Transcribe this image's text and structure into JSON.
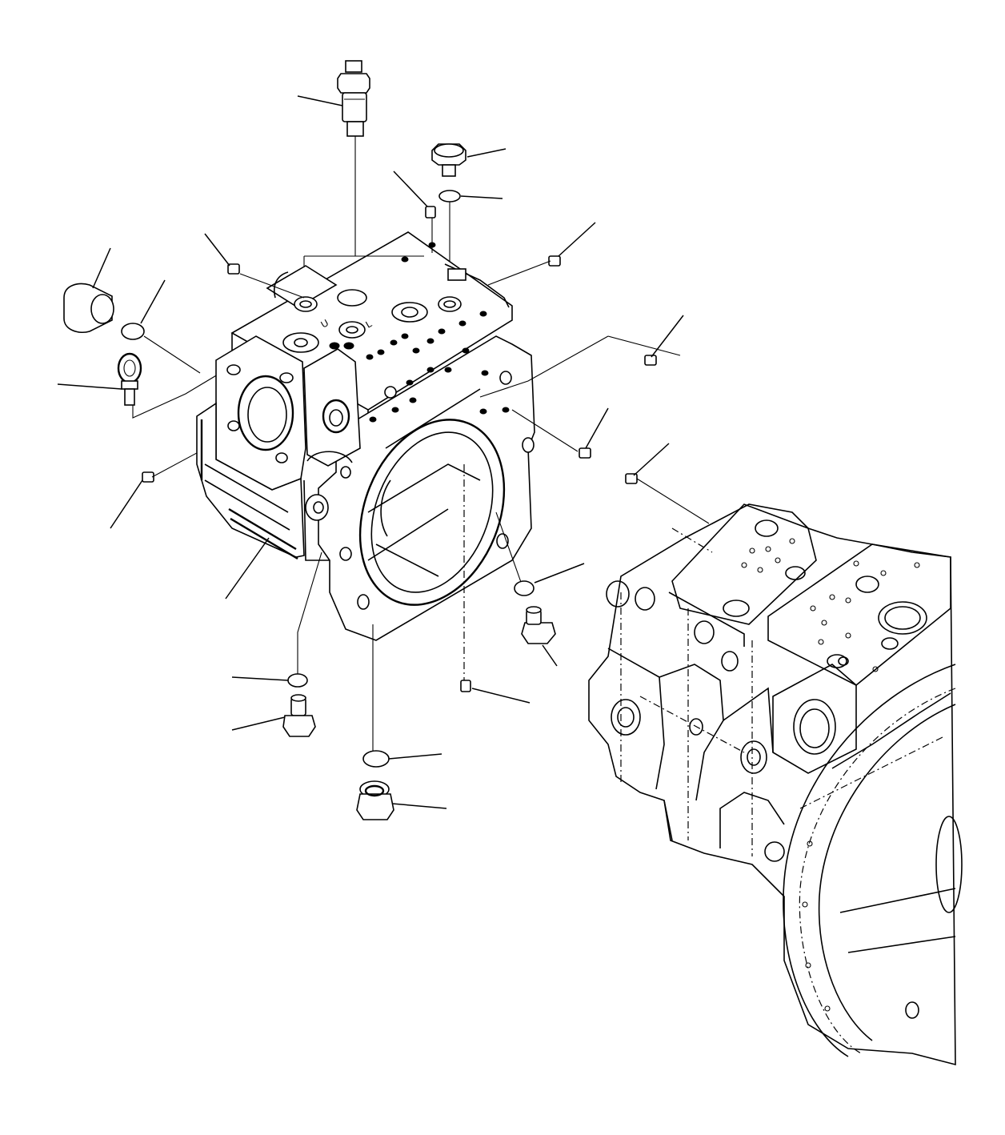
{
  "diagram": {
    "background": "#ffffff",
    "line_color": "#000000",
    "casting_marks": [
      "U",
      "L"
    ],
    "parts": [
      "pressure-sensor",
      "flange-bolt-top",
      "o-ring-top",
      "set-screw",
      "plug-large",
      "o-ring-left",
      "eye-bolt",
      "pump-case",
      "plug-bottom",
      "o-ring-bottom",
      "bolt-bottom-left",
      "o-ring-bottom-left",
      "pump-assembly-reference"
    ]
  }
}
